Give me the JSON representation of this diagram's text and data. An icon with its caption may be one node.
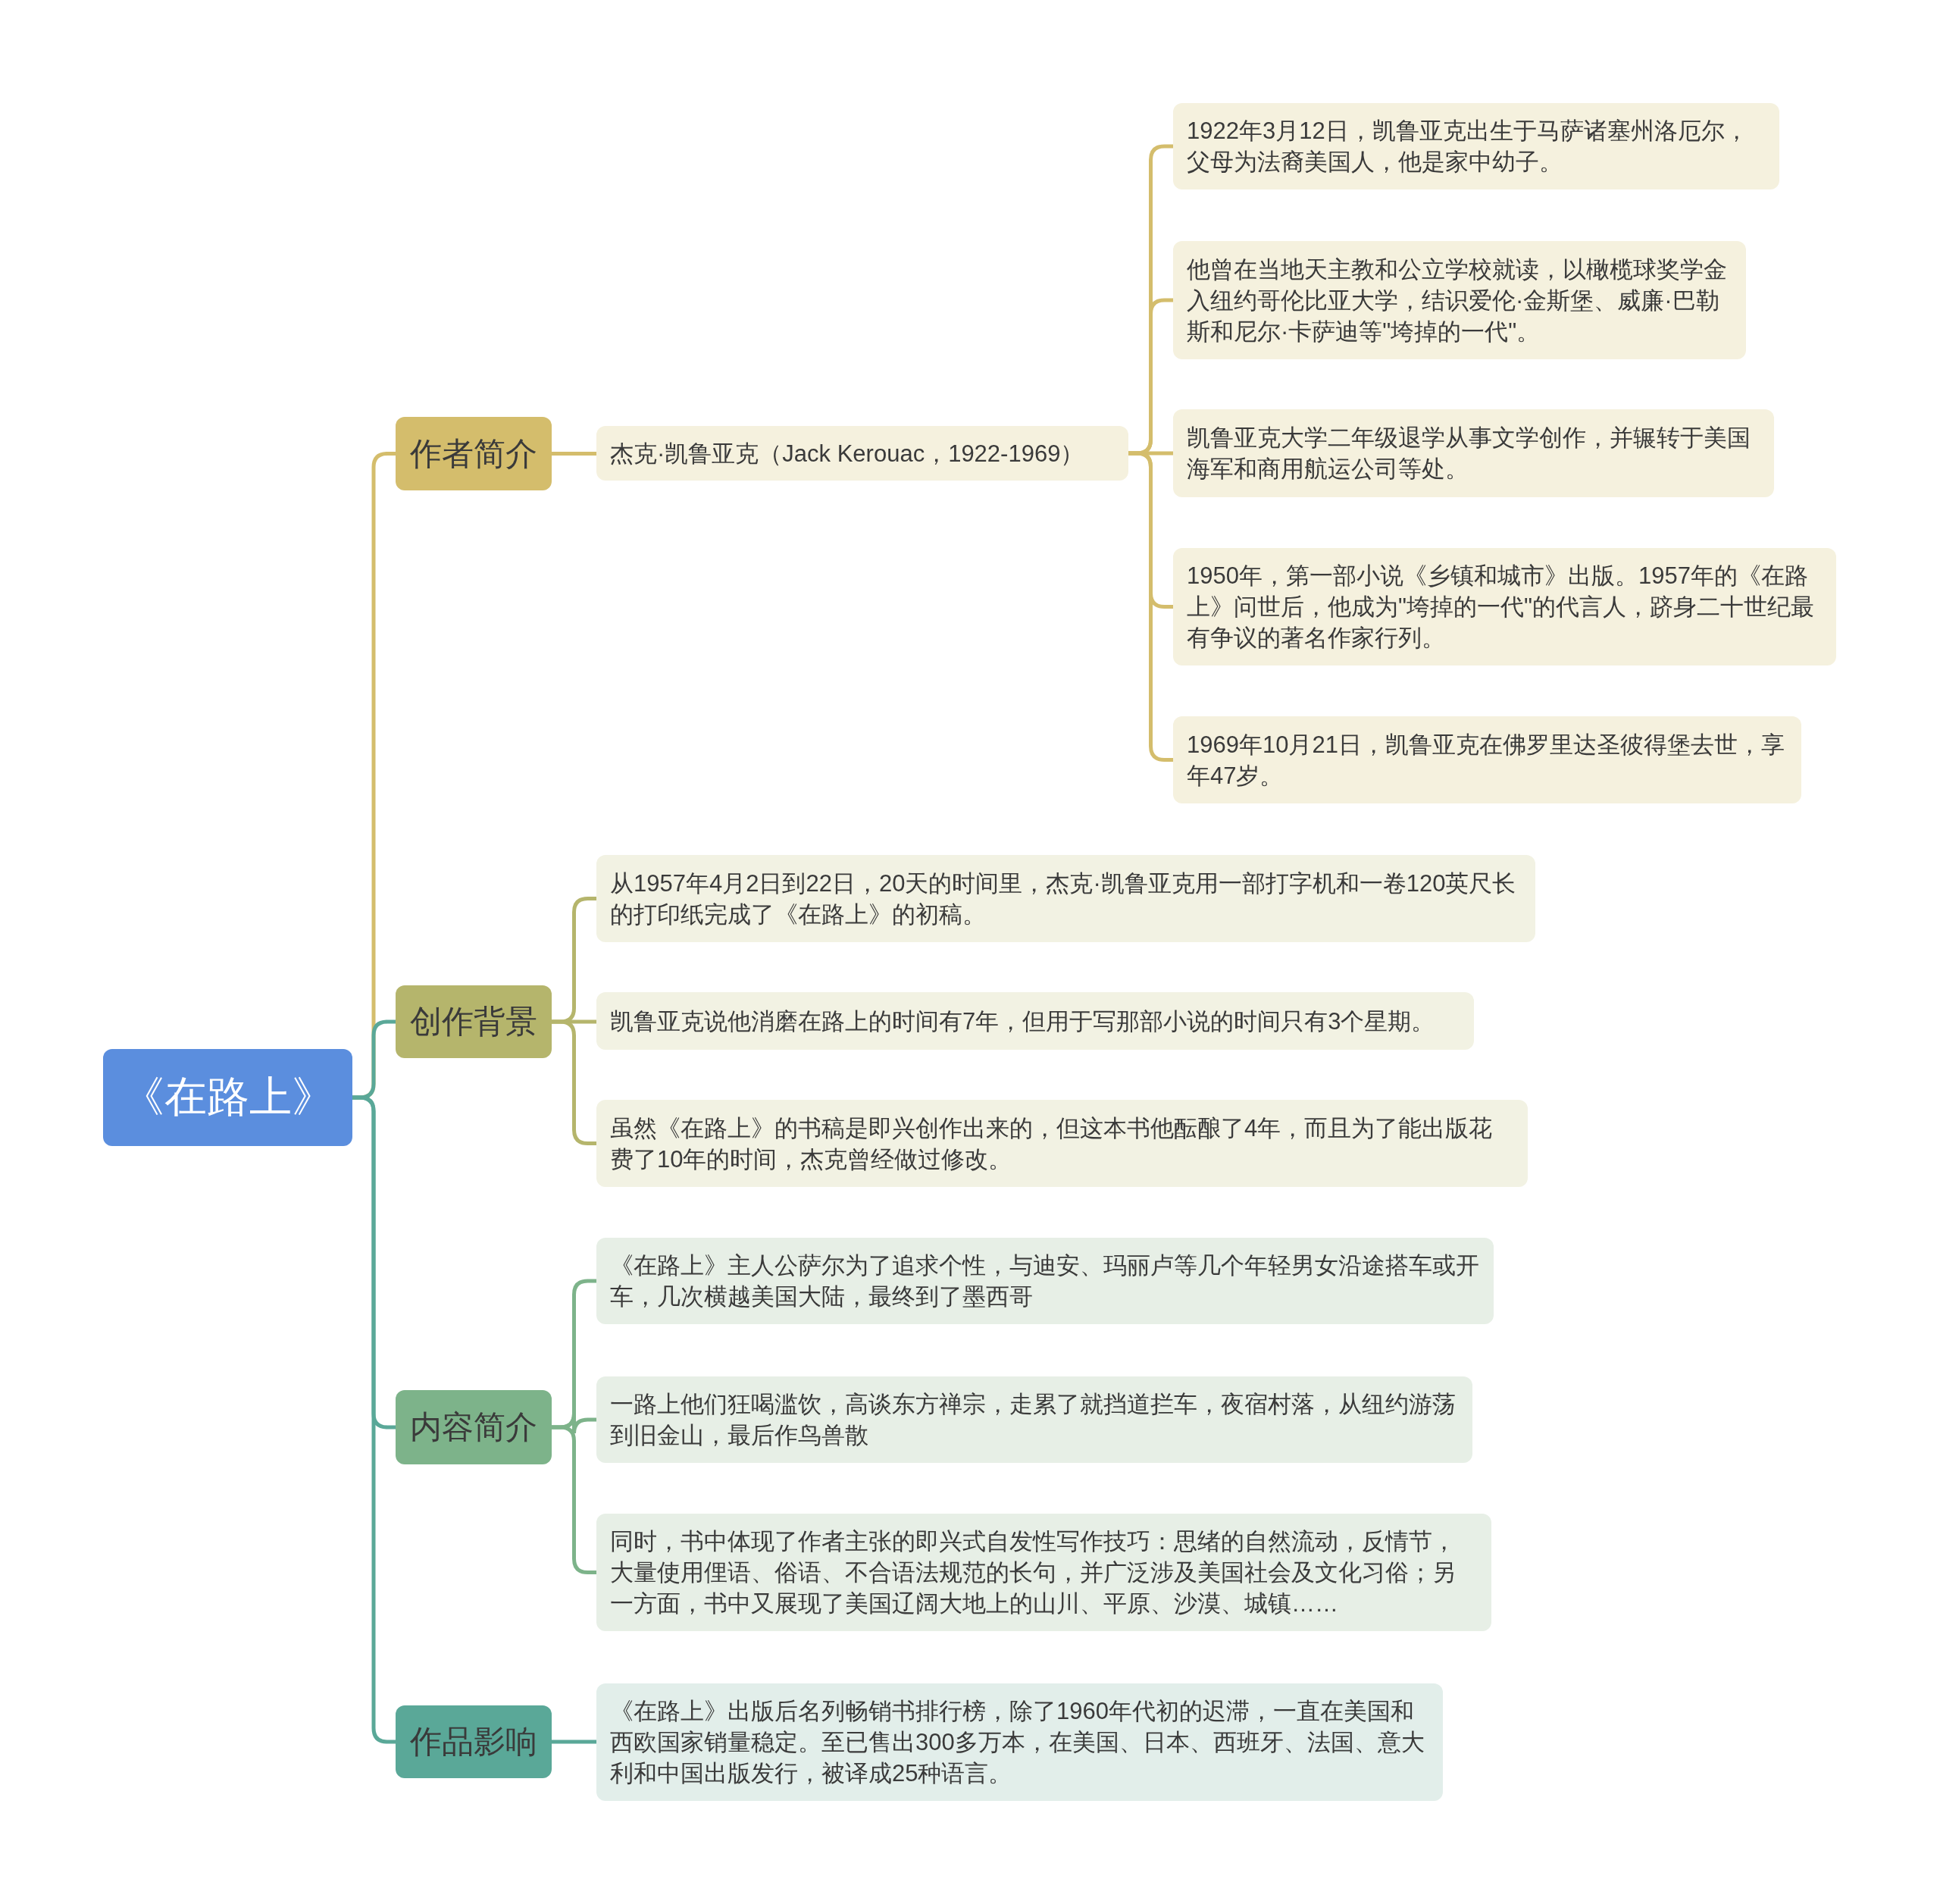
{
  "diagram": {
    "nodes": [
      {
        "text": [
          "《在路上》"
        ]
      },
      {
        "text": [
          "作者简介"
        ]
      },
      {
        "text": [
          "杰克·凯鲁亚克（Jack Kerouac，1922-1969）"
        ]
      },
      {
        "text": [
          "1922年3月12日，凯鲁亚克出生于马萨诸塞州洛厄尔，父母为法裔美国人，他是家中幼子。"
        ]
      },
      {
        "text": [
          "他曾在当地天主教和公立学校就读，以橄榄球奖学金入纽约哥伦比亚大学，结识爱伦·金斯堡、威廉·巴勒斯和尼尔·卡萨迪等\"垮掉的一代\"。"
        ]
      },
      {
        "text": [
          "凯鲁亚克大学二年级退学从事文学创作，并辗转于美国海军和商用航运公司等处。"
        ]
      },
      {
        "text": [
          "1950年，第一部小说《乡镇和城市》出版。1957年的《在路上》问世后，他成为\"垮掉的一代\"的代言人，跻身二十世纪最有争议的著名作家行列。"
        ]
      },
      {
        "text": [
          "1969年10月21日，凯鲁亚克在佛罗里达圣彼得堡去世，享年47岁。"
        ]
      },
      {
        "text": [
          "创作背景"
        ]
      },
      {
        "text": [
          "从1957年4月2日到22日，20天的时间里，杰克·凯鲁亚克用一部打字机和一卷120英尺长的打印纸完成了《在路上》的初稿。"
        ]
      },
      {
        "text": [
          "凯鲁亚克说他消磨在路上的时间有7年，但用于写那部小说的时间只有3个星期。"
        ]
      },
      {
        "text": [
          "虽然《在路上》的书稿是即兴创作出来的，但这本书他酝酿了4年，而且为了能出版花费了10年的时间，杰克曾经做过修改。"
        ]
      },
      {
        "text": [
          "内容简介"
        ]
      },
      {
        "text": [
          "《在路上》主人公萨尔为了追求个性，与迪安、玛丽卢等几个年轻男女沿途搭车或开车，几次横越美国大陆，最终到了墨西哥"
        ]
      },
      {
        "text": [
          "一路上他们狂喝滥饮，高谈东方禅宗，走累了就挡道拦车，夜宿村落，从纽约游荡到旧金山，最后作鸟兽散"
        ]
      },
      {
        "text": [
          "同时，书中体现了作者主张的即兴式自发性写作技巧：思绪的自然流动，反情节，大量使用俚语、俗语、不合语法规范的长句，并广泛涉及美国社会及文化习俗；另一方面，书中又展现了美国辽阔大地上的山川、平原、沙漠、城镇……"
        ]
      },
      {
        "text": [
          "作品影响"
        ]
      },
      {
        "text": [
          "《在路上》出版后名列畅销书排行榜，除了1960年代初的迟滞，一直在美国和西欧国家销量稳定。至已售出300多万本，在美国、日本、西班牙、法国、意大利和中国出版发行，被译成25种语言。"
        ]
      }
    ],
    "edges": [
      {
        "from": 0,
        "to": 1,
        "arrow": "none",
        "color": "#d4bd6c"
      },
      {
        "from": 1,
        "to": 2,
        "arrow": "none",
        "color": "#d4bd6c"
      },
      {
        "from": 2,
        "to": 3,
        "arrow": "none",
        "color": "#d4bd6c"
      },
      {
        "from": 2,
        "to": 4,
        "arrow": "none",
        "color": "#d4bd6c"
      },
      {
        "from": 2,
        "to": 5,
        "arrow": "none",
        "color": "#d4bd6c"
      },
      {
        "from": 2,
        "to": 6,
        "arrow": "none",
        "color": "#d4bd6c"
      },
      {
        "from": 2,
        "to": 7,
        "arrow": "none",
        "color": "#d4bd6c"
      },
      {
        "from": 0,
        "to": 8,
        "arrow": "none",
        "color": "#5aa898"
      },
      {
        "from": 8,
        "to": 9,
        "arrow": "none",
        "color": "#b5b56c"
      },
      {
        "from": 8,
        "to": 10,
        "arrow": "none",
        "color": "#b5b56c"
      },
      {
        "from": 8,
        "to": 11,
        "arrow": "none",
        "color": "#b5b56c"
      },
      {
        "from": 0,
        "to": 12,
        "arrow": "none",
        "color": "#5aa898"
      },
      {
        "from": 12,
        "to": 13,
        "arrow": "none",
        "color": "#7db38a"
      },
      {
        "from": 12,
        "to": 14,
        "arrow": "none",
        "color": "#7db38a"
      },
      {
        "from": 12,
        "to": 15,
        "arrow": "none",
        "color": "#7db38a"
      },
      {
        "from": 0,
        "to": 16,
        "arrow": "none",
        "color": "#5aa898"
      },
      {
        "from": 16,
        "to": 17,
        "arrow": "none",
        "color": "#5aa898"
      }
    ]
  }
}
